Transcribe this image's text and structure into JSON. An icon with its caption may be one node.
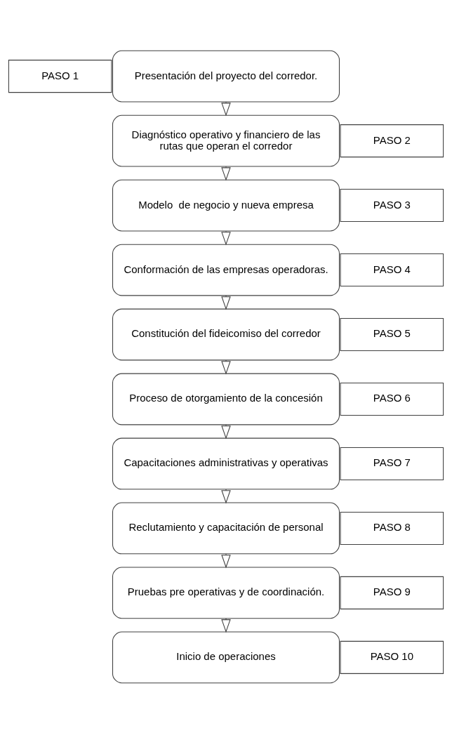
{
  "diagram": {
    "nodes": [
      {
        "text": [
          "PASO 1"
        ]
      },
      {
        "text": [
          "Presentación del proyecto del corredor."
        ]
      },
      {
        "text": [
          "PASO 2"
        ]
      },
      {
        "text": [
          "Diagnóstico operativo y financiero de las rutas que operan el corredor"
        ]
      },
      {
        "text": [
          "PASO 3"
        ]
      },
      {
        "text": [
          "Modelo  de negocio y nueva empresa"
        ]
      },
      {
        "text": [
          "PASO 4"
        ]
      },
      {
        "text": [
          "Conformación de las empresas operadoras."
        ]
      },
      {
        "text": [
          "PASO 5"
        ]
      },
      {
        "text": [
          "Constitución del fideicomiso del corredor"
        ]
      },
      {
        "text": [
          "PASO 6"
        ]
      },
      {
        "text": [
          "Proceso de otorgamiento de la concesión"
        ]
      },
      {
        "text": [
          "PASO 7"
        ]
      },
      {
        "text": [
          "Capacitaciones administrativas y operativas"
        ]
      },
      {
        "text": [
          "PASO 8"
        ]
      },
      {
        "text": [
          "Reclutamiento y capacitación de personal"
        ]
      },
      {
        "text": [
          "PASO 9"
        ]
      },
      {
        "text": [
          "Pruebas pre operativas y de coordinación."
        ]
      },
      {
        "text": [
          "PASO 10"
        ]
      },
      {
        "text": [
          "Inicio de operaciones"
        ]
      }
    ],
    "edges": [
      {
        "from": 1,
        "to": 3,
        "arrow": "to"
      },
      {
        "from": 3,
        "to": 5,
        "arrow": "to"
      },
      {
        "from": 5,
        "to": 7,
        "arrow": "to"
      },
      {
        "from": 7,
        "to": 9,
        "arrow": "to"
      },
      {
        "from": 9,
        "to": 11,
        "arrow": "to"
      },
      {
        "from": 11,
        "to": 13,
        "arrow": "to"
      },
      {
        "from": 13,
        "to": 15,
        "arrow": "to"
      },
      {
        "from": 15,
        "to": 17,
        "arrow": "to"
      },
      {
        "from": 17,
        "to": 19,
        "arrow": "to"
      }
    ]
  }
}
